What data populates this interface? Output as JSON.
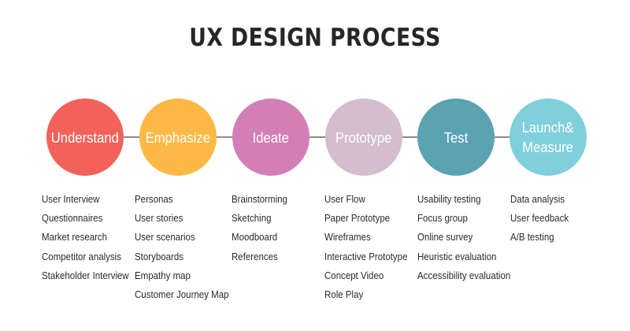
{
  "title": "UX DESIGN PROCESS",
  "stages": [
    {
      "label": "Understand",
      "color": "#f2625b",
      "items": [
        "User Interview",
        "Questionnaires",
        "Market research",
        "Competitor analysis",
        "Stakeholder Interview"
      ]
    },
    {
      "label": "Emphasize",
      "color": "#fdb946",
      "items": [
        "Personas",
        "User stories",
        "User scenarios",
        "Storyboards",
        "Empathy map",
        "Customer Journey Map"
      ]
    },
    {
      "label": "Ideate",
      "color": "#d37fb6",
      "items": [
        "Brainstorming",
        "Sketching",
        "Moodboard",
        "References"
      ]
    },
    {
      "label": "Prototype",
      "color": "#d4bdcf",
      "items": [
        "User Flow",
        "Paper Prototype",
        "Wireframes",
        "Interactive Prototype",
        "Concept Video",
        "Role Play"
      ]
    },
    {
      "label": "Test",
      "color": "#5ba3b3",
      "items": [
        "Usability testing",
        "Focus group",
        "Online survey",
        "Heuristic evaluation",
        "Accessibility evaluation"
      ]
    },
    {
      "label": "Launch&\nMeasure",
      "color": "#7fd0dc",
      "items": [
        "Data analysis",
        "User feedback",
        "A/B testing"
      ]
    }
  ]
}
